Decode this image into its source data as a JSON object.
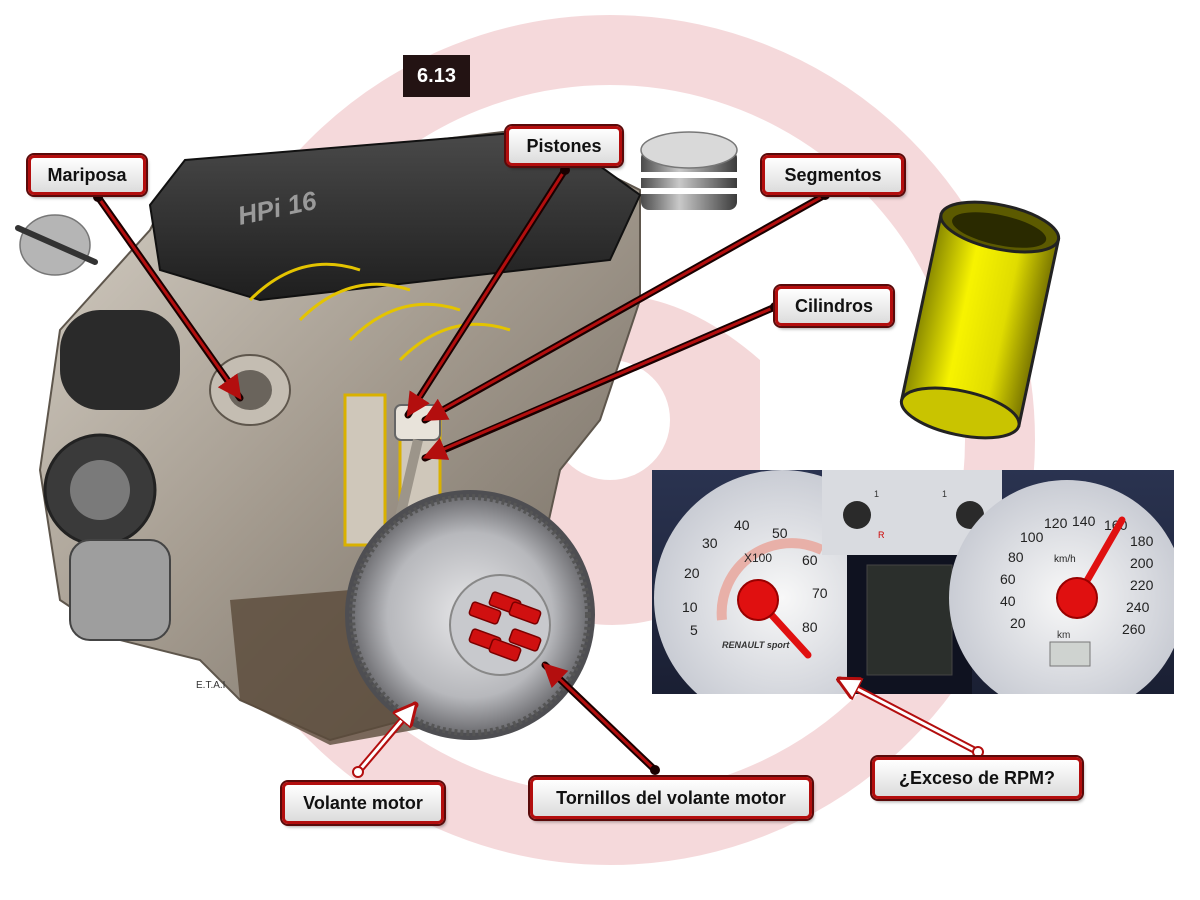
{
  "slide_number": "6.13",
  "labels": {
    "mariposa": "Mariposa",
    "pistones": "Pistones",
    "segmentos": "Segmentos",
    "cilindros": "Cilindros",
    "volante_motor": "Volante motor",
    "tornillos": "Tornillos del volante motor",
    "exceso_rpm": "¿Exceso de RPM?"
  },
  "engine": {
    "cover_text": "HPi 16",
    "signature": "E.T.A.I"
  },
  "dashboard": {
    "tach_unit": "X100",
    "tach_ticks": [
      "5",
      "10",
      "20",
      "30",
      "40",
      "50",
      "60",
      "70",
      "80"
    ],
    "brand": "RENAULT sport",
    "speed_unit": "km/h",
    "speed_ticks": [
      "20",
      "40",
      "60",
      "80",
      "100",
      "120",
      "140",
      "160",
      "180",
      "200",
      "220",
      "240",
      "260"
    ],
    "odo_unit": "km",
    "fuel_marks": [
      "1",
      "R"
    ],
    "temp_mark": "1"
  },
  "colors": {
    "accent_red": "#b30e0e",
    "needle_red": "#e01010",
    "cylinder_yellow": "#f2f000",
    "bolt_red": "#d01010"
  }
}
